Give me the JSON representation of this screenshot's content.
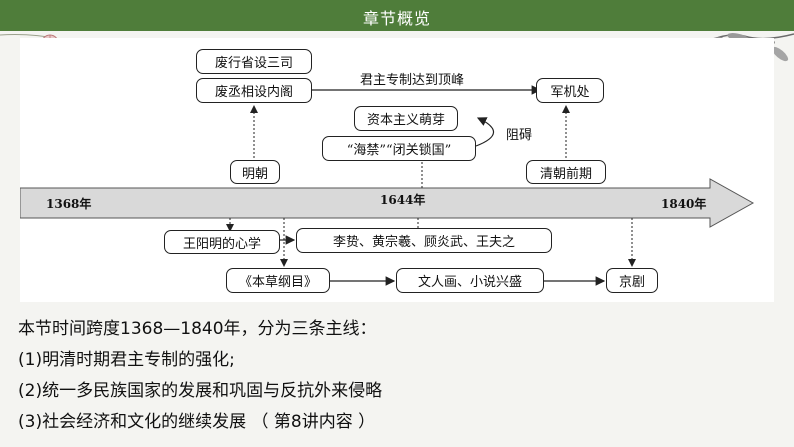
{
  "header": {
    "title": "章节概览"
  },
  "diagram": {
    "nodes": {
      "province_reform": "废行省设三司",
      "cabinet": "废丞相设内阁",
      "capitalism": "资本主义萌芽",
      "closed_door": "“海禁”“闭关锁国”",
      "ming": "明朝",
      "grand_council": "军机处",
      "early_qing": "清朝前期",
      "wang_yangming": "王阳明的心学",
      "thinkers": "李贽、黄宗羲、顾炎武、王夫之",
      "bencao": "《本草纲目》",
      "literati": "文人画、小说兴盛",
      "peking_opera": "京剧"
    },
    "labels": {
      "autocracy_peak": "君主专制达到顶峰",
      "hinder": "阻碍"
    },
    "timeline": {
      "years": [
        "1368年",
        "1644年",
        "1840年"
      ]
    }
  },
  "notes": [
    "本节时间跨度1368—1840年，分为三条主线：",
    "(1)明清时期君主专制的强化;",
    "(2)统一多民族国家的发展和巩固与反抗外来侵略",
    "(3)社会经济和文化的继续发展 （ 第8讲内容 ）"
  ]
}
